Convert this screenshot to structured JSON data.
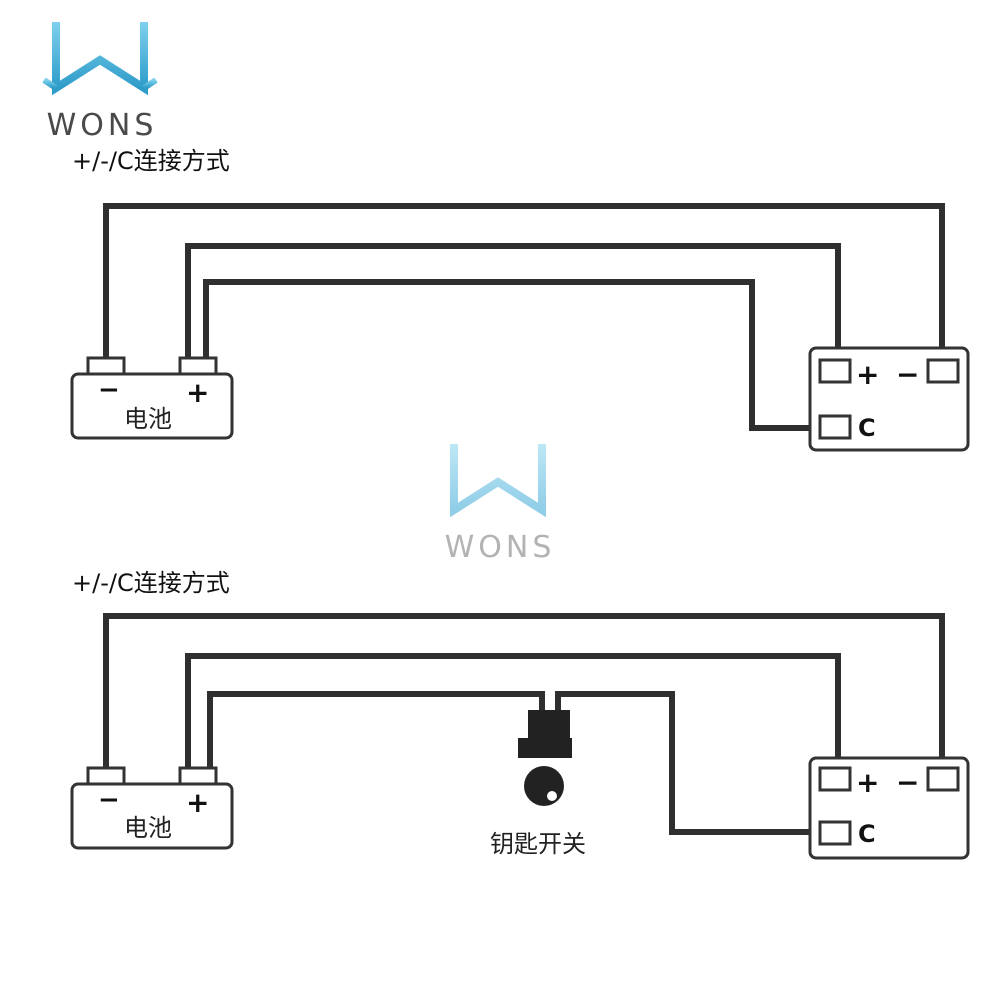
{
  "brand": {
    "logo_text": "WONS",
    "colors": {
      "gradient_start": "#6ec6e8",
      "gradient_end": "#2e9cc9",
      "text": "#4a4a4a"
    }
  },
  "sections": [
    {
      "title": "+/-/C连接方式",
      "battery_label": "电池",
      "battery_minus": "−",
      "battery_plus": "+",
      "device_plus": "+",
      "device_minus": "−",
      "device_c": "C"
    },
    {
      "title": "+/-/C连接方式",
      "battery_label": "电池",
      "battery_minus": "−",
      "battery_plus": "+",
      "device_plus": "+",
      "device_minus": "−",
      "device_c": "C",
      "switch_label": "钥匙开关"
    }
  ]
}
